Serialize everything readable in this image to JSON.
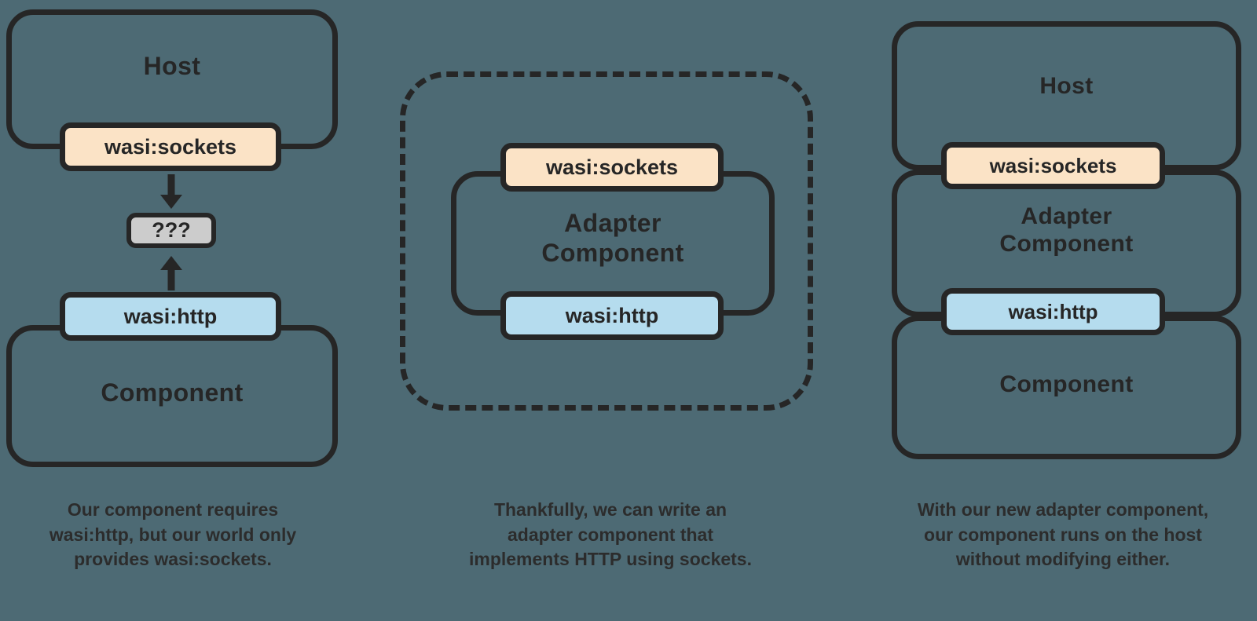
{
  "diagram": {
    "title": "WASI adapter component explanation",
    "background_color": "#4d6a74",
    "stroke_color": "#262626",
    "colors": {
      "sockets_fill": "#fbe3c6",
      "http_fill": "#b5dcee",
      "unknown_fill": "#cccccc",
      "background": "#4d6a74",
      "stroke": "#262626",
      "caption_text": "#2c2c2c"
    }
  },
  "panels": [
    {
      "id": "panel-problem",
      "host_label": "Host",
      "component_label": "Component",
      "sockets_chip": "wasi:sockets",
      "http_chip": "wasi:http",
      "unknown_chip": "???",
      "arrow_down": "arrow-down",
      "arrow_up": "arrow-up",
      "caption": "Our component requires\nwasi:http, but our world only\nprovides wasi:sockets."
    },
    {
      "id": "panel-adapter",
      "adapter_label": "Adapter\nComponent",
      "sockets_chip": "wasi:sockets",
      "http_chip": "wasi:http",
      "caption": "Thankfully, we can write an\nadapter component that\nimplements HTTP using sockets."
    },
    {
      "id": "panel-solution",
      "host_label": "Host",
      "adapter_label": "Adapter\nComponent",
      "component_label": "Component",
      "sockets_chip": "wasi:sockets",
      "http_chip": "wasi:http",
      "caption": "With our new adapter component,\nour component runs on the host\nwithout modifying either."
    }
  ]
}
